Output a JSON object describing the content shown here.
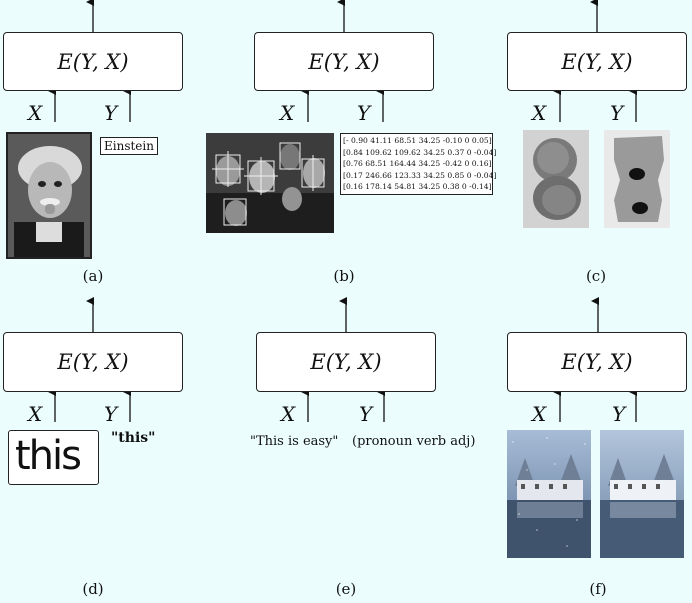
{
  "energy_label": "E(Y, X)",
  "input_x": "X",
  "input_y": "Y",
  "panels": {
    "a": {
      "caption": "(a)",
      "y_text": "Einstein"
    },
    "b": {
      "caption": "(b)",
      "matrix": [
        "[- 0.90 41.11  68.51  34.25 -0.10 0 0.05]",
        "[0.84 109.62 109.62 34.25 0.37 0 -0.04]",
        "[0.76 68.51 164.44 34.25 -0.42 0 0.16]",
        "[0.17 246.66 123.33 34.25 0.85 0 -0.04]",
        "[0.16 178.14 54.81 34.25 0.38 0 -0.14]"
      ]
    },
    "c": {
      "caption": "(c)"
    },
    "d": {
      "caption": "(d)",
      "x_text": "this",
      "y_text": "\"this\""
    },
    "e": {
      "caption": "(e)",
      "x_text": "\"This is easy\"",
      "y_text": "(pronoun verb adj)"
    },
    "f": {
      "caption": "(f)"
    }
  },
  "colors": {
    "background": "#ebfdfd",
    "box": "#ffffff",
    "stroke": "#222222"
  }
}
